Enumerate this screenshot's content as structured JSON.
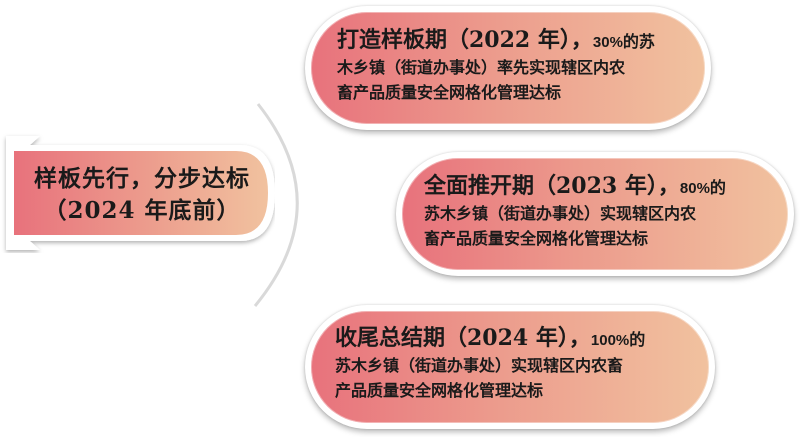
{
  "left_label": {
    "line1": "样板先行，分步达标",
    "line2": "（2024 年底前）"
  },
  "stages": [
    {
      "title": "打造样板期（2022 年），",
      "pct": "30%",
      "text_l1_rest": "的苏",
      "text_l2": "木乡镇（街道办事处）率先实现辖区内农",
      "text_l3": "畜产品质量安全网格化管理达标"
    },
    {
      "title": "全面推开期（2023 年），",
      "pct": "80%",
      "text_l1_rest": "的",
      "text_l2": "苏木乡镇（街道办事处）实现辖区内农",
      "text_l3": "畜产品质量安全网格化管理达标"
    },
    {
      "title": "收尾总结期（2024 年），",
      "pct": "100%",
      "text_l1_rest": "的",
      "text_l2": "苏木乡镇（街道办事处）实现辖区内农畜",
      "text_l3": "产品质量安全网格化管理达标"
    }
  ],
  "colors": {
    "gradient_start": "#e8727c",
    "gradient_end": "#f1c29f",
    "arc": "#d9d9d9"
  }
}
